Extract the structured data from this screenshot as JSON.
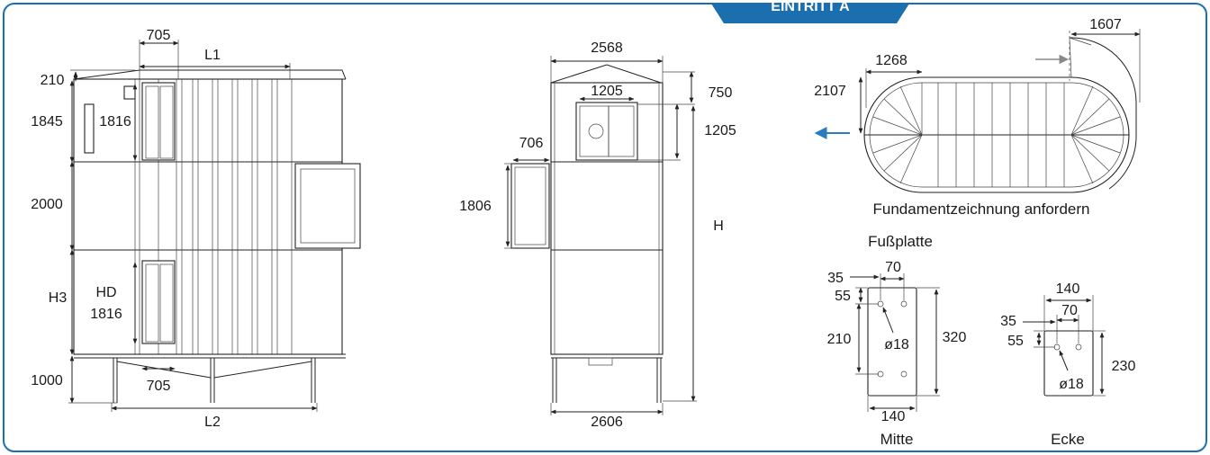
{
  "header_tab": {
    "label": "EINTRITT A",
    "color": "#1c6fae"
  },
  "frame_color": "#1c6fae",
  "arrow_color": "#2a7cc0",
  "front_view": {
    "dims": {
      "d705_top": "705",
      "L1": "L1",
      "d210": "210",
      "d1845": "1845",
      "d1816_top": "1816",
      "d2000": "2000",
      "H3": "H3",
      "HD": "HD",
      "d1816_bottom": "1816",
      "d1000": "1000",
      "d705_bottom": "705",
      "L2": "L2"
    }
  },
  "side_view": {
    "dims": {
      "d2568": "2568",
      "d1205_top": "1205",
      "d750": "750",
      "d1205_right": "1205",
      "d706": "706",
      "d1806": "1806",
      "H": "H",
      "d2606": "2606"
    }
  },
  "plan_view": {
    "dims": {
      "d1607": "1607",
      "d1268": "1268",
      "d2107": "2107"
    },
    "caption": "Fundamentzeichnung anfordern"
  },
  "foot_plate": {
    "title": "Fußplatte",
    "mitte": {
      "label": "Mitte",
      "dims": {
        "d35": "35",
        "d70": "70",
        "d55": "55",
        "d210": "210",
        "d18": "ø18",
        "d320": "320",
        "d140": "140"
      }
    },
    "ecke": {
      "label": "Ecke",
      "dims": {
        "d140": "140",
        "d35": "35",
        "d70": "70",
        "d55": "55",
        "d18": "ø18",
        "d230": "230"
      }
    }
  }
}
